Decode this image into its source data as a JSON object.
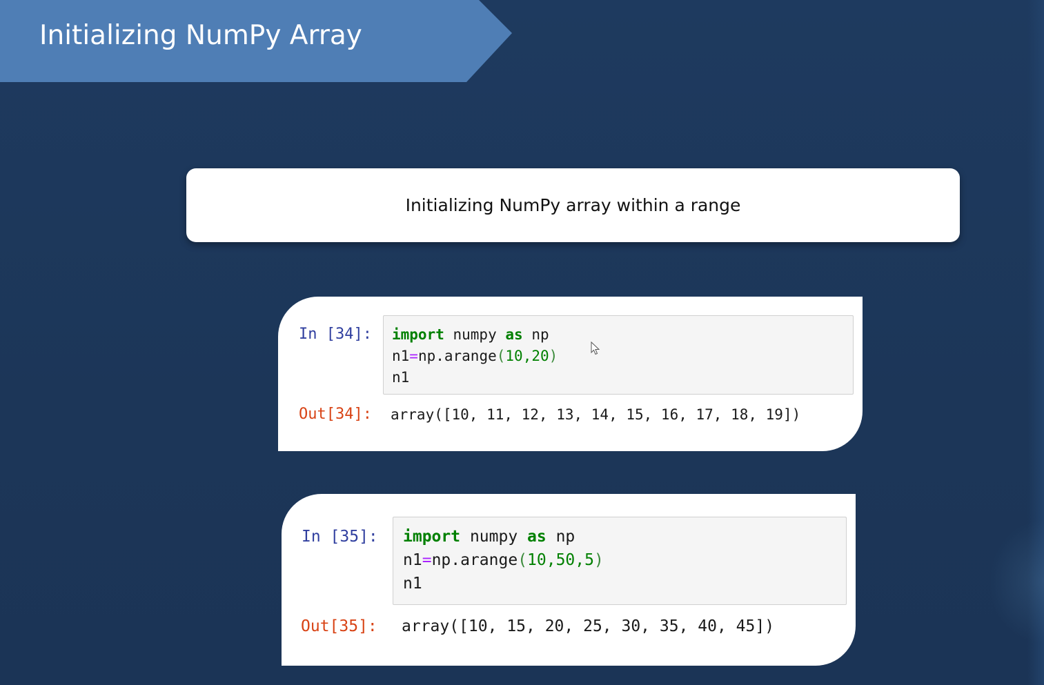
{
  "slide": {
    "title": "Initializing NumPy Array",
    "subtitle": "Initializing NumPy array within a range"
  },
  "colors": {
    "background": "#1e3a5c",
    "banner": "#4f7eb5",
    "prompt_in": "#303f9f",
    "prompt_out": "#d84315",
    "keyword": "#008000"
  },
  "cells": [
    {
      "in_prompt": "In [34]:",
      "code": {
        "line1": {
          "kw1": "import",
          "mid": " numpy ",
          "kw2": "as",
          "end": " np"
        },
        "line2": {
          "lhs": "n1",
          "eq": "=",
          "call": "np.arange",
          "open": "(",
          "args": "10,20",
          "close": ")"
        },
        "line3": "n1"
      },
      "out_prompt": "Out[34]:",
      "output": "array([10, 11, 12, 13, 14, 15, 16, 17, 18, 19])"
    },
    {
      "in_prompt": "In [35]:",
      "code": {
        "line1": {
          "kw1": "import",
          "mid": " numpy ",
          "kw2": "as",
          "end": " np"
        },
        "line2": {
          "lhs": "n1",
          "eq": "=",
          "call": "np.arange",
          "open": "(",
          "args": "10,50,5",
          "close": ")"
        },
        "line3": "n1"
      },
      "out_prompt": "Out[35]:",
      "output": "array([10, 15, 20, 25, 30, 35, 40, 45])"
    }
  ],
  "icons": {
    "cursor": "mouse-pointer-icon"
  }
}
